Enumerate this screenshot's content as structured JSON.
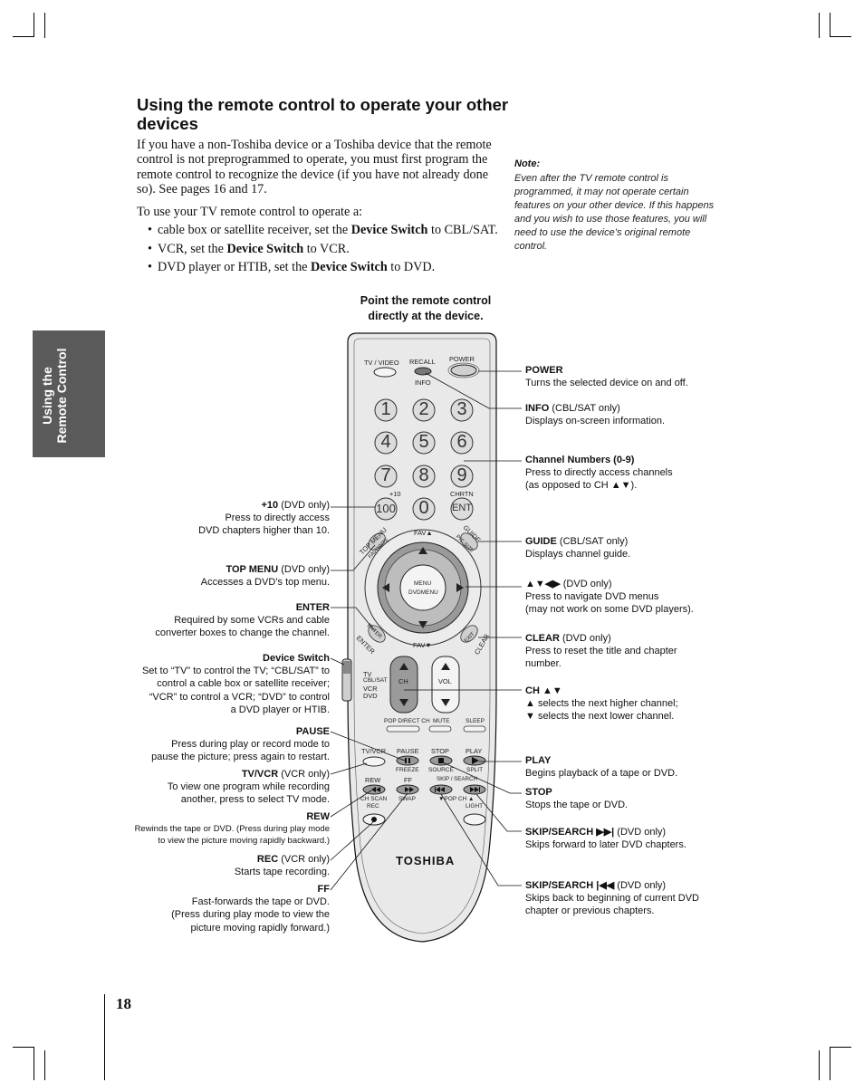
{
  "title": "Using the remote control to operate your other devices",
  "intro": "If you have a non-Toshiba device or a Toshiba device that the remote control is not preprogrammed to operate, you must first program the remote control to recognize the device (if you have not already done so). See pages 16 and 17.",
  "lead": "To use your TV remote control to operate a:",
  "bullets": [
    {
      "pre": "cable box or satellite receiver, set the ",
      "bold": "Device Switch",
      "post": " to CBL/SAT."
    },
    {
      "pre": "VCR, set the ",
      "bold": "Device Switch",
      "post": " to VCR."
    },
    {
      "pre": "DVD player or HTIB, set the ",
      "bold": "Device Switch",
      "post": " to DVD."
    }
  ],
  "note": {
    "title": "Note:",
    "text": "Even after the TV remote control is programmed, it may not operate certain features on your other device. If this happens and you wish to use those features, you will need to use the device’s original remote control."
  },
  "sidetab": {
    "line1": "Using the",
    "line2": "Remote Control"
  },
  "page_number": "18",
  "point_heading": {
    "line1": "Point the remote control",
    "line2": "directly at the device."
  },
  "right_labels": {
    "power": {
      "name": "POWER",
      "desc": "Turns the selected device on and off."
    },
    "info": {
      "name": "INFO",
      "qual": " (CBL/SAT only)",
      "desc": "Displays on-screen information."
    },
    "channel": {
      "name": "Channel Numbers (0-9)",
      "desc1": "Press to directly access channels",
      "desc2": "(as opposed to CH ▲▼)."
    },
    "guide": {
      "name": "GUIDE",
      "qual": " (CBL/SAT only)",
      "desc": "Displays channel guide."
    },
    "arrows": {
      "name": "▲▼◀▶",
      "qual": " (DVD only)",
      "desc1": "Press to navigate DVD menus",
      "desc2": "(may not work on some DVD players)."
    },
    "clear": {
      "name": "CLEAR",
      "qual": " (DVD only)",
      "desc1": "Press to reset the title and chapter",
      "desc2": "number."
    },
    "ch": {
      "name": "CH ▲▼",
      "desc1": "▲ selects the next higher channel;",
      "desc2": "▼ selects the next lower channel."
    },
    "play": {
      "name": "PLAY",
      "desc": "Begins playback of a tape or DVD."
    },
    "stop": {
      "name": "STOP",
      "desc": "Stops the tape or DVD."
    },
    "skipfwd": {
      "name": "SKIP/SEARCH ▶▶|",
      "qual": " (DVD only)",
      "desc": "Skips forward to later DVD chapters."
    },
    "skipback": {
      "name": "SKIP/SEARCH |◀◀",
      "qual": " (DVD only)",
      "desc1": "Skips back to beginning of current DVD",
      "desc2": "chapter or previous chapters."
    }
  },
  "left_labels": {
    "plus10": {
      "name": "+10",
      "qual": " (DVD only)",
      "desc1": "Press to directly access",
      "desc2": "DVD chapters higher than 10."
    },
    "topmenu": {
      "name": "TOP MENU",
      "qual": " (DVD only)",
      "desc": "Accesses a DVD’s top menu."
    },
    "enter": {
      "name": "ENTER",
      "desc1": "Required by some VCRs and cable",
      "desc2": "converter boxes to change the channel."
    },
    "device": {
      "name": "Device Switch",
      "desc1": "Set to “TV” to control the TV; “CBL/SAT” to",
      "desc2": "control a cable box or satellite receiver;",
      "desc3": "“VCR” to control a VCR; “DVD” to control",
      "desc4": "a DVD player or HTIB."
    },
    "pause": {
      "name": "PAUSE",
      "desc1": "Press during play or record mode to",
      "desc2": "pause the picture; press again to restart."
    },
    "tvvcr": {
      "name": "TV/VCR",
      "qual": " (VCR only)",
      "desc1": "To view one program while recording",
      "desc2": "another, press to select TV mode."
    },
    "rew": {
      "name": "REW",
      "desc1": "Rewinds the tape or DVD. (Press during play mode",
      "desc2": "to view the picture moving rapidly backward.)"
    },
    "rec": {
      "name": "REC",
      "qual": " (VCR only)",
      "desc": "Starts tape recording."
    },
    "ff": {
      "name": "FF",
      "desc1": "Fast-forwards the tape or DVD.",
      "desc2": "(Press during play mode to view the",
      "desc3": "picture moving rapidly forward.)"
    }
  },
  "remote": {
    "tv_video": "TV / VIDEO",
    "recall": "RECALL",
    "power": "POWER",
    "info": "INFO",
    "digits": [
      "1",
      "2",
      "3",
      "4",
      "5",
      "6",
      "7",
      "8",
      "9"
    ],
    "plus10": "+10",
    "chrtn": "CHRTN",
    "btn100": "100",
    "zero": "0",
    "ent": "ENT",
    "fav_up": "FAV▲",
    "fav_down": "FAV▼",
    "top_menu": "TOP MENU",
    "favorite": "FAVORITE",
    "guide": "GUIDE",
    "picsize": "PIC SIZE",
    "menu": "MENU",
    "dvdmenu": "DVDMENU",
    "enter": "ENTER",
    "exit": "EXIT",
    "clear": "CLEAR",
    "switch_positions": [
      "TV",
      "CBL/SAT",
      "VCR",
      "DVD"
    ],
    "ch": "CH",
    "vol": "VOL",
    "pop_direct_ch": "POP DIRECT CH",
    "mute": "MUTE",
    "sleep": "SLEEP",
    "tvvcr": "TV/VCR",
    "pause": "PAUSE",
    "stop": "STOP",
    "play": "PLAY",
    "freeze": "FREEZE",
    "source": "SOURCE",
    "split": "SPLIT",
    "rew": "REW",
    "ff": "FF",
    "skip_search": "SKIP / SEARCH",
    "ch_scan": "CH SCAN",
    "swap": "SWAP",
    "pop_ch": "▼POP CH ▲",
    "rec": "REC",
    "light": "LIGHT",
    "brand": "TOSHIBA"
  }
}
